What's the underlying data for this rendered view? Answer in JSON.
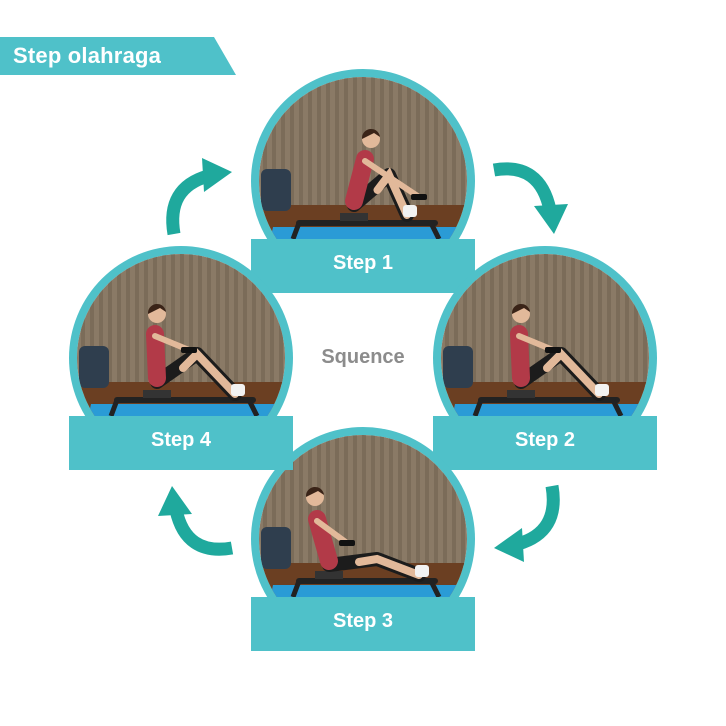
{
  "header": {
    "title": "Step olahraga"
  },
  "center": {
    "label": "Squence"
  },
  "steps": [
    {
      "label": "Step 1",
      "pose": "reach"
    },
    {
      "label": "Step 2",
      "pose": "catch"
    },
    {
      "label": "Step 3",
      "pose": "finish"
    },
    {
      "label": "Step 4",
      "pose": "catch"
    }
  ],
  "colors": {
    "accent": "#4fc1c9",
    "arrow": "#1fa99d",
    "curtain": "#8a7a66",
    "floor": "#6b3f22",
    "mat": "#2a9bd6",
    "top": "#b23a48",
    "shorts": "#1c1c1c",
    "skin": "#e2b99a"
  }
}
